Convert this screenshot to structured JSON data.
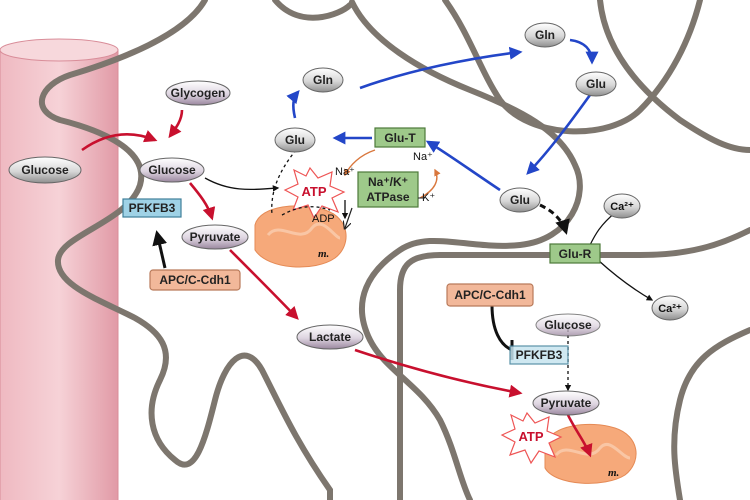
{
  "colors": {
    "red_arrow": "#c8102e",
    "blue_arrow": "#2346c8",
    "membrane": "#7d766e",
    "vessel": "#e8a6b0",
    "green_box": "#9ec98a",
    "blue_box": "#9fd2e6",
    "orange_box": "#f2b89a",
    "mitochondria": "#f6a97a"
  },
  "labels": {
    "glycogen": "Glycogen",
    "glucose_blood": "Glucose",
    "glucose_astro": "Glucose",
    "pfkfb3_astro": "PFKFB3",
    "pyruvate_astro": "Pyruvate",
    "apc_astro": "APC/C-Cdh1",
    "atp_astro": "ATP",
    "adp": "ADP",
    "mito_astro": "m.",
    "gln_astro": "Gln",
    "glu_astro": "Glu",
    "glut": "Glu-T",
    "na_in": "Na⁺",
    "na_out": "Na⁺",
    "nak_line1": "Na⁺/K⁺",
    "nak_line2": "ATPase",
    "k_ion": "K⁺",
    "lactate": "Lactate",
    "gln_pre": "Gln",
    "glu_pre": "Glu",
    "glu_cleft": "Glu",
    "ca_top": "Ca²⁺",
    "glur": "Glu-R",
    "ca_bottom": "Ca²⁺",
    "apc_neuron": "APC/C-Cdh1",
    "glucose_neuron": "Glucose",
    "pfkfb3_neuron": "PFKFB3",
    "pyruvate_neuron": "Pyruvate",
    "atp_neuron": "ATP",
    "mito_neuron": "m."
  }
}
